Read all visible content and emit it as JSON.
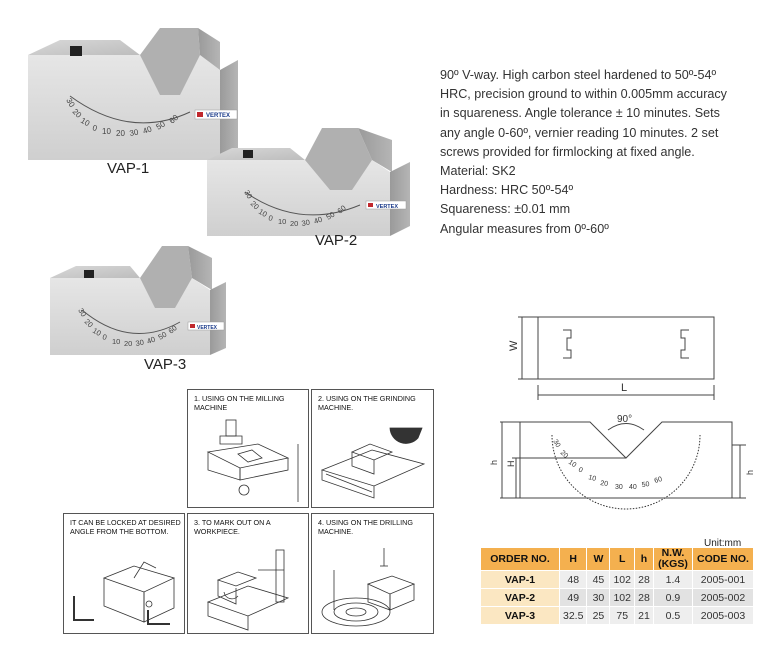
{
  "products": [
    {
      "label": "VAP-1"
    },
    {
      "label": "VAP-2"
    },
    {
      "label": "VAP-3"
    }
  ],
  "brand": "VERTEX",
  "scale_labels": [
    "30",
    "20",
    "10",
    "0",
    "10",
    "20",
    "30",
    "40",
    "50",
    "60"
  ],
  "description": [
    "90º V-way. High carbon steel hardened to 50º-54º",
    "HRC, precision ground to within 0.005mm accuracy",
    "in squareness. Angle tolerance ± 10 minutes. Sets",
    "any angle 0-60º, vernier reading 10 minutes. 2 set",
    "screws provided for firmlocking at fixed angle.",
    "Material: SK2",
    "Hardness: HRC 50º-54º",
    "Squareness: ±0.01 mm",
    "Angular measures from 0º-60º"
  ],
  "usage": {
    "milling": "1. USING ON THE MILLING MACHINE",
    "grinding": "2. USING ON THE GRINDING MACHINE.",
    "locked": "IT CAN BE LOCKED AT DESIRED ANGLE FROM THE BOTTOM.",
    "markout": "3. TO MARK OUT ON A WORKPIECE.",
    "drilling": "4. USING ON THE DRILLING MACHINE."
  },
  "drawing": {
    "w": "W",
    "l": "L",
    "h_big": "H",
    "h_small": "h",
    "angle": "90°"
  },
  "table": {
    "unit": "Unit:mm",
    "headers": [
      "ORDER NO.",
      "H",
      "W",
      "L",
      "h",
      "N.W. (KGS)",
      "CODE NO."
    ],
    "rows": [
      [
        "VAP-1",
        "48",
        "45",
        "102",
        "28",
        "1.4",
        "2005-001"
      ],
      [
        "VAP-2",
        "49",
        "30",
        "102",
        "28",
        "0.9",
        "2005-002"
      ],
      [
        "VAP-3",
        "32.5",
        "25",
        "75",
        "21",
        "0.5",
        "2005-003"
      ]
    ]
  },
  "colors": {
    "table_header": "#f4b04f",
    "code_cell": "#fbe7c2",
    "steel": "#c9c9c9"
  }
}
